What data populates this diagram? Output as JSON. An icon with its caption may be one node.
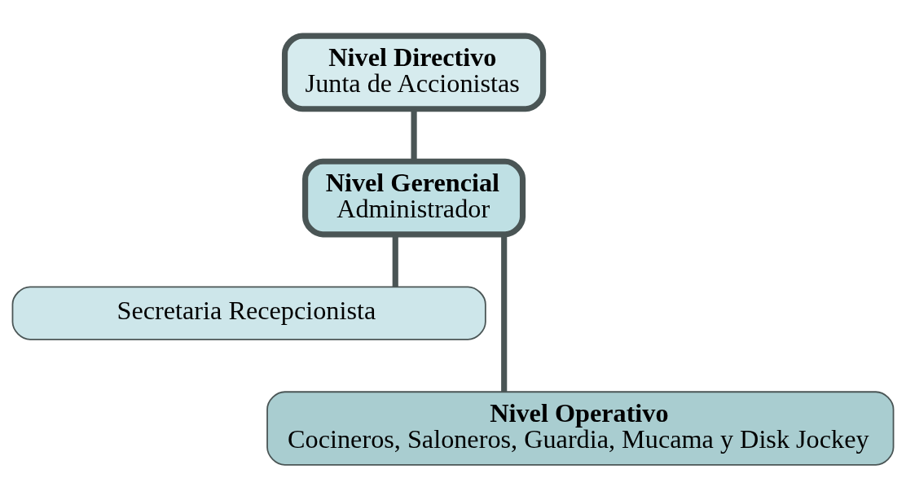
{
  "diagram": {
    "nodes": [
      {
        "text": [
          "Nivel Directivo",
          "Junta de Accionistas"
        ]
      },
      {
        "text": [
          "Nivel Gerencial",
          "Administrador"
        ]
      },
      {
        "text": [
          "Secretaria Recepcionista"
        ]
      },
      {
        "text": [
          "Nivel Operativo",
          "Cocineros, Saloneros, Guardia, Mucama y Disk Jockey"
        ]
      }
    ],
    "edges": [
      {
        "from": 0,
        "to": 1,
        "arrow": "none"
      },
      {
        "from": 1,
        "to": 2,
        "arrow": "none"
      },
      {
        "from": 1,
        "to": 3,
        "arrow": "none"
      }
    ]
  }
}
